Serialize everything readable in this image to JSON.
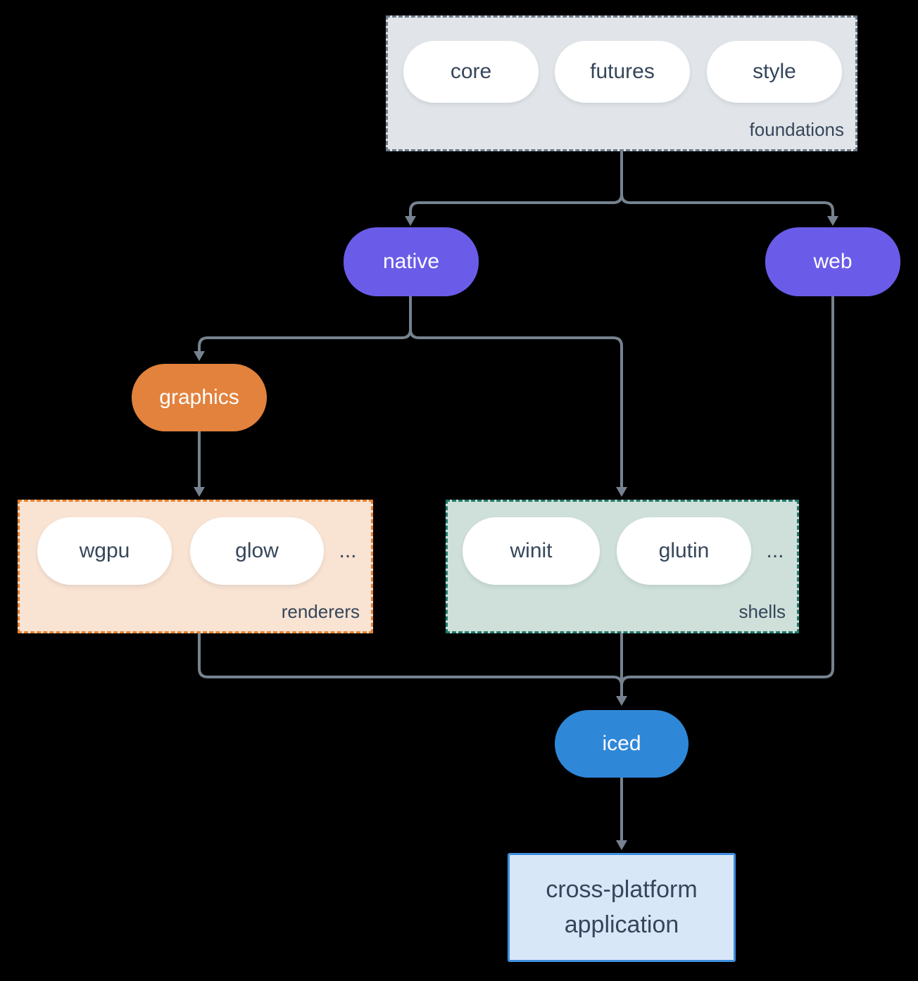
{
  "groups": {
    "foundations": {
      "label": "foundations",
      "pills": [
        "core",
        "futures",
        "style"
      ]
    },
    "renderers": {
      "label": "renderers",
      "pills": [
        "wgpu",
        "glow"
      ],
      "ellipsis": "..."
    },
    "shells": {
      "label": "shells",
      "pills": [
        "winit",
        "glutin"
      ],
      "ellipsis": "..."
    }
  },
  "nodes": {
    "native": "native",
    "web": "web",
    "graphics": "graphics",
    "iced": "iced",
    "application": "cross-platform application"
  },
  "colors": {
    "background": "#000000",
    "connector": "#76828F",
    "node_purple": "#6A5CE8",
    "node_orange": "#E2823D",
    "node_blue": "#2F87D8",
    "pill_white": "#FFFFFF",
    "text_dark": "#36465A",
    "text_light": "#FFFFFF",
    "foundations_fill": "#E1E5E9",
    "foundations_border": "#6E7B89",
    "renderers_fill": "#F9E3D3",
    "renderers_border": "#E8822F",
    "shells_fill": "#CFE0DA",
    "shells_border": "#20796A",
    "application_fill": "#D8E7F8",
    "application_border": "#3E8EDE"
  }
}
